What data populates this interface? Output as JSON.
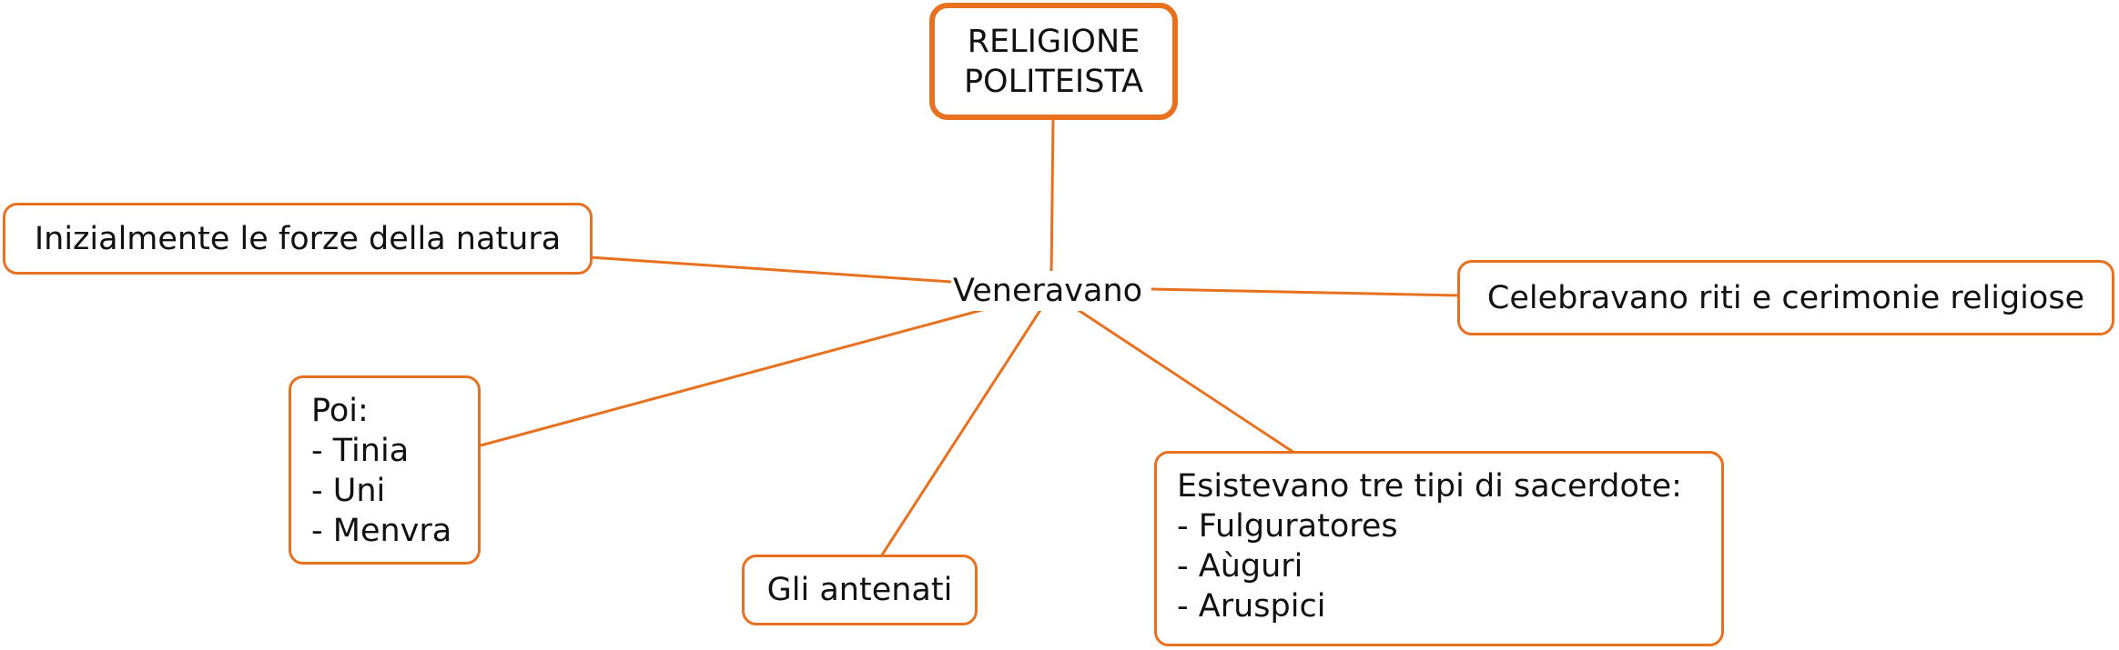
{
  "colors": {
    "node_border": "#e8711f",
    "edge": "#e8711f",
    "text": "#111111",
    "background": "#ffffff"
  },
  "root": {
    "lines": [
      "RELIGIONE",
      "POLITEISTA"
    ]
  },
  "linking_phrase": "Veneravano",
  "concepts": {
    "forze_natura": {
      "lines": [
        "Inizialmente le forze della natura"
      ]
    },
    "riti": {
      "lines": [
        "Celebravano riti e cerimonie religiose"
      ]
    },
    "divinita": {
      "lines": [
        "Poi:",
        "- Tinia",
        "- Uni",
        "- Menvra"
      ]
    },
    "antenati": {
      "lines": [
        "Gli antenati"
      ]
    },
    "sacerdoti": {
      "lines": [
        "Esistevano tre tipi di sacerdote:",
        "- Fulguratores",
        "- Aùguri",
        "- Aruspici"
      ]
    }
  }
}
